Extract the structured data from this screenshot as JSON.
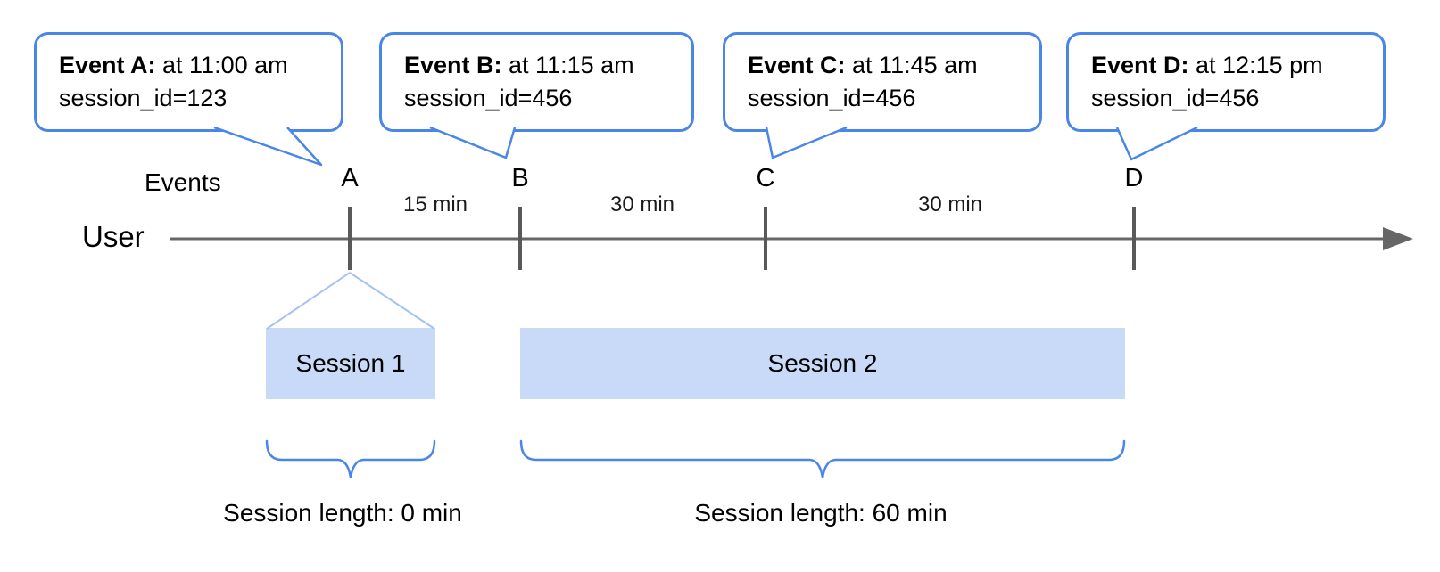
{
  "diagram": {
    "user_label": "User",
    "events_label": "Events"
  },
  "events": [
    {
      "letter": "A",
      "title": "Event A:",
      "time": " at 11:00 am",
      "session_id": "session_id=123"
    },
    {
      "letter": "B",
      "title": "Event B:",
      "time": " at 11:15 am",
      "session_id": "session_id=456"
    },
    {
      "letter": "C",
      "title": "Event C:",
      "time": " at 11:45 am",
      "session_id": "session_id=456"
    },
    {
      "letter": "D",
      "title": "Event D:",
      "time": " at 12:15 pm",
      "session_id": "session_id=456"
    }
  ],
  "intervals": [
    {
      "label": "15 min"
    },
    {
      "label": "30 min"
    },
    {
      "label": "30 min"
    }
  ],
  "sessions": [
    {
      "name": "Session 1",
      "length": "Session length: 0 min"
    },
    {
      "name": "Session 2",
      "length": "Session length: 60 min"
    }
  ],
  "colors": {
    "bubble_border": "#4a86e8",
    "brace": "#4a86e8",
    "session_fill": "#c9daf8",
    "funnel_line": "#a4c2f4",
    "axis_line": "#666666",
    "tick": "#595959",
    "text": "#000000"
  }
}
